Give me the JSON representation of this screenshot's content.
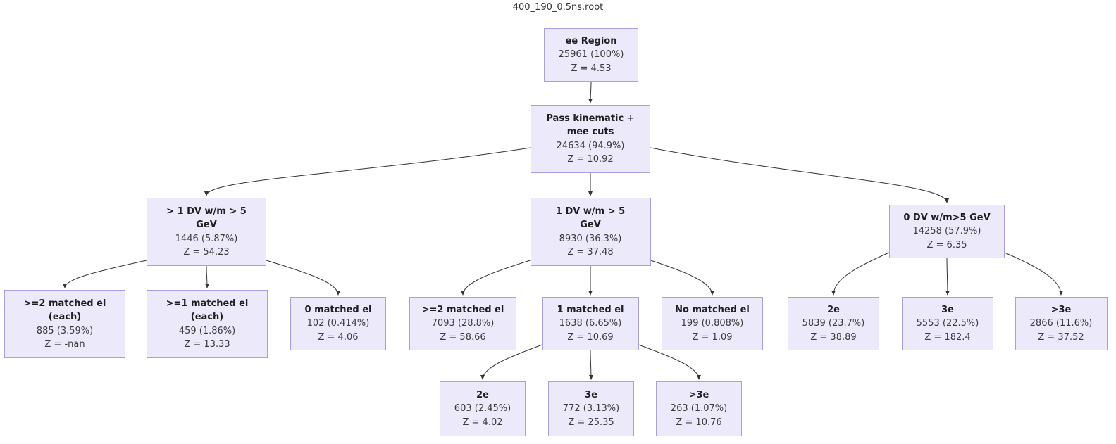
{
  "title": "400_190_0.5ns.root",
  "colors": {
    "node_fill": "#ebe9fa",
    "node_border": "#ab9fe0",
    "edge": "#333333",
    "title_text": "#333333",
    "node_title_text": "#1f1f1f",
    "node_value_text": "#3d3d3d"
  },
  "diagram": {
    "nodes": [
      {
        "id": "root",
        "label_lines": [
          "ee Region"
        ],
        "count": "25961 (100%)",
        "z": "Z = 4.53"
      },
      {
        "id": "pass",
        "label_lines": [
          "Pass kinematic +",
          "mee cuts"
        ],
        "count": "24634 (94.9%)",
        "z": "Z = 10.92"
      },
      {
        "id": "gt1dv",
        "label_lines": [
          "> 1 DV w/m > 5",
          "GeV"
        ],
        "count": "1446 (5.87%)",
        "z": "Z = 54.23"
      },
      {
        "id": "onedv",
        "label_lines": [
          "1 DV w/m > 5",
          "GeV"
        ],
        "count": "8930 (36.3%)",
        "z": "Z = 37.48"
      },
      {
        "id": "zerodv",
        "label_lines": [
          "0 DV w/m>5 GeV"
        ],
        "count": "14258 (57.9%)",
        "z": "Z = 6.35"
      },
      {
        "id": "ge2each",
        "label_lines": [
          ">=2 matched el",
          "(each)"
        ],
        "count": "885 (3.59%)",
        "z": "Z = -nan"
      },
      {
        "id": "ge1each",
        "label_lines": [
          ">=1 matched el",
          "(each)"
        ],
        "count": "459 (1.86%)",
        "z": "Z = 13.33"
      },
      {
        "id": "match0",
        "label_lines": [
          "0 matched el"
        ],
        "count": "102 (0.414%)",
        "z": "Z = 4.06"
      },
      {
        "id": "ge2",
        "label_lines": [
          ">=2 matched el"
        ],
        "count": "7093 (28.8%)",
        "z": "Z = 58.66"
      },
      {
        "id": "match1",
        "label_lines": [
          "1 matched el"
        ],
        "count": "1638 (6.65%)",
        "z": "Z = 10.69"
      },
      {
        "id": "nomatch",
        "label_lines": [
          "No matched el"
        ],
        "count": "199 (0.808%)",
        "z": "Z = 1.09"
      },
      {
        "id": "r2e",
        "label_lines": [
          "2e"
        ],
        "count": "5839 (23.7%)",
        "z": "Z = 38.89"
      },
      {
        "id": "r3e",
        "label_lines": [
          "3e"
        ],
        "count": "5553 (22.5%)",
        "z": "Z = 182.4"
      },
      {
        "id": "rgt3e",
        "label_lines": [
          ">3e"
        ],
        "count": "2866 (11.6%)",
        "z": "Z = 37.52"
      },
      {
        "id": "b2e",
        "label_lines": [
          "2e"
        ],
        "count": "603 (2.45%)",
        "z": "Z = 4.02"
      },
      {
        "id": "b3e",
        "label_lines": [
          "3e"
        ],
        "count": "772 (3.13%)",
        "z": "Z = 25.35"
      },
      {
        "id": "bgt3e",
        "label_lines": [
          ">3e"
        ],
        "count": "263 (1.07%)",
        "z": "Z = 10.76"
      }
    ],
    "edges": [
      [
        "root",
        "pass"
      ],
      [
        "pass",
        "gt1dv"
      ],
      [
        "pass",
        "onedv"
      ],
      [
        "pass",
        "zerodv"
      ],
      [
        "gt1dv",
        "ge2each"
      ],
      [
        "gt1dv",
        "ge1each"
      ],
      [
        "gt1dv",
        "match0"
      ],
      [
        "onedv",
        "ge2"
      ],
      [
        "onedv",
        "match1"
      ],
      [
        "onedv",
        "nomatch"
      ],
      [
        "zerodv",
        "r2e"
      ],
      [
        "zerodv",
        "r3e"
      ],
      [
        "zerodv",
        "rgt3e"
      ],
      [
        "match1",
        "b2e"
      ],
      [
        "match1",
        "b3e"
      ],
      [
        "match1",
        "bgt3e"
      ]
    ]
  }
}
